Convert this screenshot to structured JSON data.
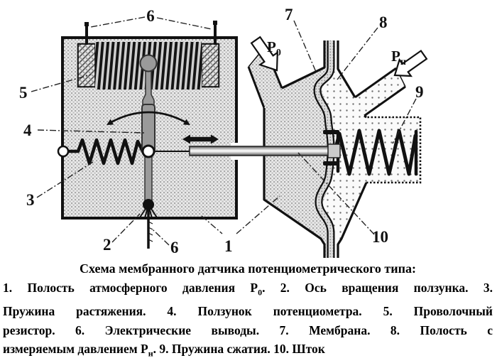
{
  "figure": {
    "labels": {
      "l1": "1",
      "l2": "2",
      "l3": "3",
      "l4": "4",
      "l5": "5",
      "l6": "6",
      "l7": "7",
      "l8": "8",
      "l9": "9",
      "l10": "10"
    },
    "pressure_left": {
      "main": "P",
      "sub": "0"
    },
    "pressure_right": {
      "main": "P",
      "sub": "н"
    }
  },
  "caption": {
    "title": "Схема мембранного датчика потенциометрического типа:",
    "lines": [
      [
        {
          "t": "1. Полость атмосферного давления "
        },
        {
          "t": "P",
          "strong": true
        },
        {
          "t": "0",
          "sub": true
        },
        {
          "t": ". 2. Ось вращения ползунка. 3."
        }
      ],
      [
        {
          "t": "Пружина растяжения. 4. Ползунок потенциометра. 5. Проволочный"
        }
      ],
      [
        {
          "t": "резистор. 6. Электрические выводы. 7. Мембрана. 8. Полость с"
        }
      ],
      [
        {
          "t": "измеряемым давлением "
        },
        {
          "t": "P",
          "strong": true
        },
        {
          "t": "н",
          "sub": true
        },
        {
          "t": ". 9. Пружина сжатия. 10. Шток"
        }
      ]
    ]
  }
}
